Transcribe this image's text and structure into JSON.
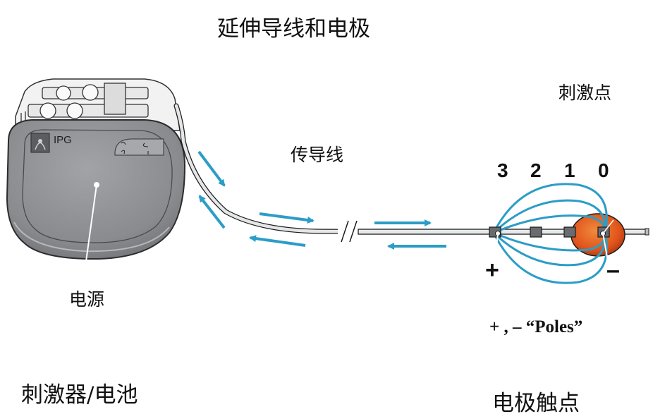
{
  "labels": {
    "title": "延伸导线和电极",
    "stim_point": "刺激点",
    "conductor": "传导线",
    "power": "电源",
    "stimulator": "刺激器/电池",
    "contacts": "电极触点",
    "poles": "+ , – “Poles”",
    "plus": "+",
    "minus": "–"
  },
  "device": {
    "badge": "IPG"
  },
  "electrode": {
    "numbers": [
      "3",
      "2",
      "1",
      "0"
    ]
  },
  "colors": {
    "arrow": "#2c9dc6",
    "field": "#2c9dc6",
    "device_body": "#8a8a8e",
    "device_dark": "#55565a",
    "stim_core": "#e0531b",
    "lead": "#d7d9dc"
  }
}
